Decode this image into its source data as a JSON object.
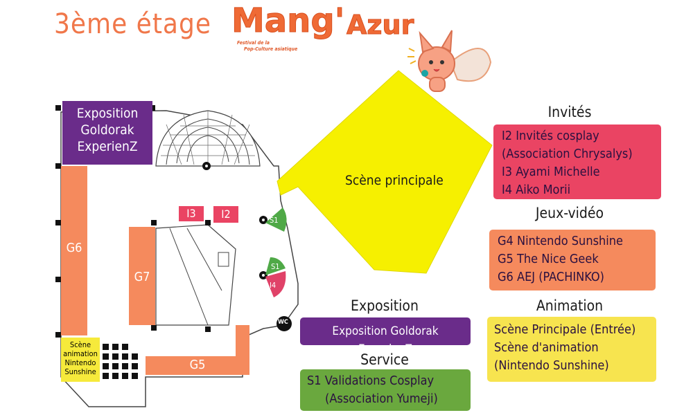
{
  "header": {
    "floor_title": "3ème étage",
    "logo_word1": "Mang'",
    "logo_word2": "Azur",
    "logo_sub_line1": "Festival de la",
    "logo_sub_line2": "Pop-Culture asiatique"
  },
  "map": {
    "main_stage": "Scène principale",
    "exhibit_room": [
      "Exposition",
      "Goldorak",
      "ExperienZ"
    ],
    "g6": "G6",
    "g7": "G7",
    "g5": "G5",
    "i3": "I3",
    "i2": "I2",
    "s1_top": "S1",
    "s1_mid": "S1",
    "i4": "I4",
    "wc": "WC",
    "anim_corner": [
      "Scène",
      "animation",
      "Nintendo",
      "Sunshine"
    ]
  },
  "legend": {
    "guests": {
      "title": "Invités",
      "items": [
        "I2   Invités cosplay",
        "(Association Chrysalys)",
        "I3   Ayami Michelle",
        "I4   Aiko Morii"
      ],
      "color": "#ea4463"
    },
    "games": {
      "title": "Jeux-vidéo",
      "items": [
        "G4 Nintendo Sunshine",
        "G5  The Nice Geek",
        "G6  AEJ (PACHINKO)"
      ],
      "color": "#f58a5d"
    },
    "animation": {
      "title": "Animation",
      "items": [
        "Scène Principale (Entrée)",
        "Scène d'animation",
        "(Nintendo Sunshine)"
      ],
      "color": "#f7e44f"
    },
    "exhibition": {
      "title": "Exposition",
      "items": [
        "Exposition Goldorak ExperienZ"
      ],
      "color": "#6a2c8a"
    },
    "service": {
      "title": "Service",
      "items": [
        "S1   Validations Cosplay",
        "(Association Yumeji)"
      ],
      "color": "#6aa83e"
    }
  }
}
